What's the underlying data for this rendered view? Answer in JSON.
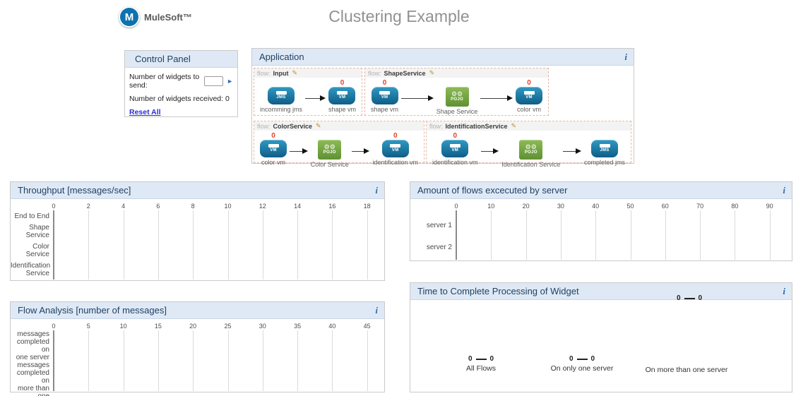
{
  "header": {
    "brand": "MuleSoft™",
    "title": "Clustering Example",
    "logo_letter": "M"
  },
  "icons": {
    "info": "i",
    "send": "►",
    "edit": "✎",
    "gears": "⚙⚙"
  },
  "colors": {
    "brand_blue": "#0f72ae",
    "panel_header_bg": "#dfe9f5",
    "panel_header_text": "#1e4164",
    "info_icon": "#2d6ca2",
    "count_red": "#e0442c",
    "link_blue": "#2b2bd6",
    "endpoint_icon_blue": "#1a7fa8",
    "pojo_icon_green": "#74a53f",
    "title_gray": "#8f9193"
  },
  "control_panel": {
    "title": "Control Panel",
    "send_label": "Number of widgets to send:",
    "send_value": "",
    "received_label": "Number of widgets received: 0",
    "reset_label": "Reset All"
  },
  "application": {
    "title": "Application",
    "flow_label_prefix": "flow:",
    "node_type_text": {
      "jms": "JMS",
      "vm": "VM",
      "pojo": "POJO"
    },
    "flows": [
      {
        "name": "Input",
        "nodes": [
          {
            "type": "jms",
            "label": "incomming jms"
          },
          {
            "type": "vm",
            "label": "shape vm",
            "count": "0"
          }
        ]
      },
      {
        "name": "ShapeService",
        "nodes": [
          {
            "type": "vm",
            "label": "shape vm",
            "count": "0"
          },
          {
            "type": "pojo",
            "label": "Shape Service"
          },
          {
            "type": "vm",
            "label": "color vm",
            "count": "0"
          }
        ]
      },
      {
        "name": "ColorService",
        "nodes": [
          {
            "type": "vm",
            "label": "color vm",
            "count": "0"
          },
          {
            "type": "pojo",
            "label": "Color Service"
          },
          {
            "type": "vm",
            "label": "identification vm",
            "count": "0"
          }
        ]
      },
      {
        "name": "IdentificationService",
        "nodes": [
          {
            "type": "vm",
            "label": "identification vm",
            "count": "0"
          },
          {
            "type": "pojo",
            "label": "Identification Service"
          },
          {
            "type": "jms",
            "label": "completed jms"
          }
        ]
      }
    ]
  },
  "charts": {
    "throughput": {
      "title": "Throughput [messages/sec]",
      "type": "bar",
      "orientation": "horizontal",
      "grid": true,
      "legend": false,
      "categories": [
        "End to End",
        "Shape Service",
        "Color Service",
        "Identification\nService"
      ],
      "values": [
        0,
        0,
        0,
        0
      ],
      "ticks": [
        "0",
        "2",
        "4",
        "6",
        "8",
        "10",
        "12",
        "14",
        "16",
        "18"
      ],
      "xlim": [
        0,
        18
      ]
    },
    "flows_by_server": {
      "title": "Amount of flows excecuted by server",
      "type": "bar",
      "orientation": "horizontal",
      "grid": true,
      "legend": false,
      "categories": [
        "server 1",
        "server 2"
      ],
      "values": [
        0,
        0
      ],
      "ticks": [
        "0",
        "10",
        "20",
        "30",
        "40",
        "50",
        "60",
        "70",
        "80",
        "90"
      ],
      "xlim": [
        0,
        90
      ]
    },
    "flow_analysis": {
      "title": "Flow Analysis [number of messages]",
      "type": "bar",
      "orientation": "horizontal",
      "grid": true,
      "legend": false,
      "categories": [
        "messages\ncompleted on\none server",
        "messages\ncompleted on\nmore than one\nserver"
      ],
      "values": [
        0,
        0
      ],
      "ticks": [
        "0",
        "5",
        "10",
        "15",
        "20",
        "25",
        "30",
        "35",
        "40",
        "45"
      ],
      "xlim": [
        0,
        45
      ]
    }
  },
  "time_panel": {
    "title": "Time to Complete Processing of Widget",
    "floating_range": {
      "min": "0",
      "max": "0"
    },
    "groups": [
      {
        "min": "0",
        "max": "0",
        "label": "All Flows"
      },
      {
        "min": "0",
        "max": "0",
        "label": "On only one server"
      },
      {
        "label": "On more than one server"
      }
    ]
  }
}
